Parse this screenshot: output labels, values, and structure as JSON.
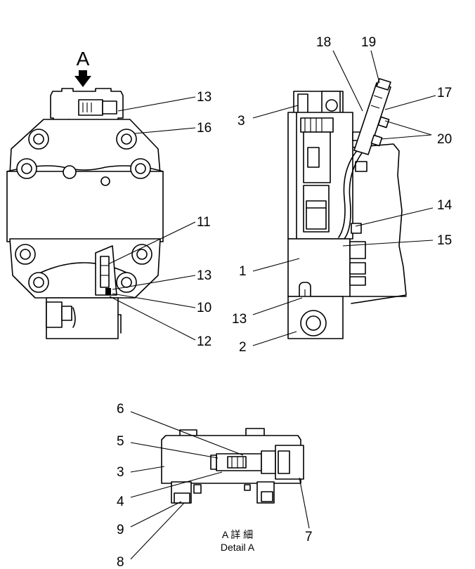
{
  "view_arrow_label": "A",
  "callouts": {
    "c1": "1",
    "c2": "2",
    "c3": "3",
    "c4": "4",
    "c5": "5",
    "c6": "6",
    "c7": "7",
    "c8": "8",
    "c9": "9",
    "c10": "10",
    "c11": "11",
    "c12": "12",
    "c13": "13",
    "c14": "14",
    "c15": "15",
    "c16": "16",
    "c17": "17",
    "c18": "18",
    "c19": "19",
    "c20": "20"
  },
  "detail_caption_jp": "A 詳 細",
  "detail_caption_en": "Detail A"
}
